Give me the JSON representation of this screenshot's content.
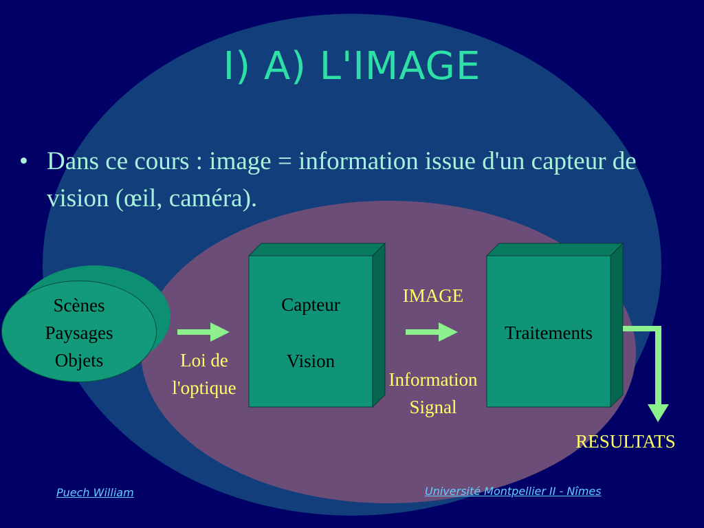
{
  "slide": {
    "title": "I) A) L'IMAGE",
    "bullet": {
      "marker": "•",
      "text": "Dans ce cours : image = information issue d'un capteur de vision (œil, caméra)."
    }
  },
  "diagram": {
    "scenes": {
      "line1": "Scènes",
      "line2": "Paysages",
      "line3": "Objets"
    },
    "arrow1_caption": {
      "line1": "Loi de",
      "line2": "l'optique"
    },
    "capteur_box": {
      "line1": "Capteur",
      "line2": "Vision"
    },
    "image_label": "IMAGE",
    "information_caption": {
      "line1": "Information",
      "line2": "Signal"
    },
    "traitements_box": "Traitements",
    "resultats": "RESULTATS"
  },
  "footer": {
    "author": "Puech William",
    "institution": "Université Montpellier II - Nîmes"
  },
  "colors": {
    "background": "#000066",
    "title": "#2ee0a6",
    "bullet_text": "#a9f1dc",
    "box_front": "#0f9477",
    "captions": "#ffff66",
    "arrows": "#8cf08c",
    "footer_links": "#66ccff"
  }
}
